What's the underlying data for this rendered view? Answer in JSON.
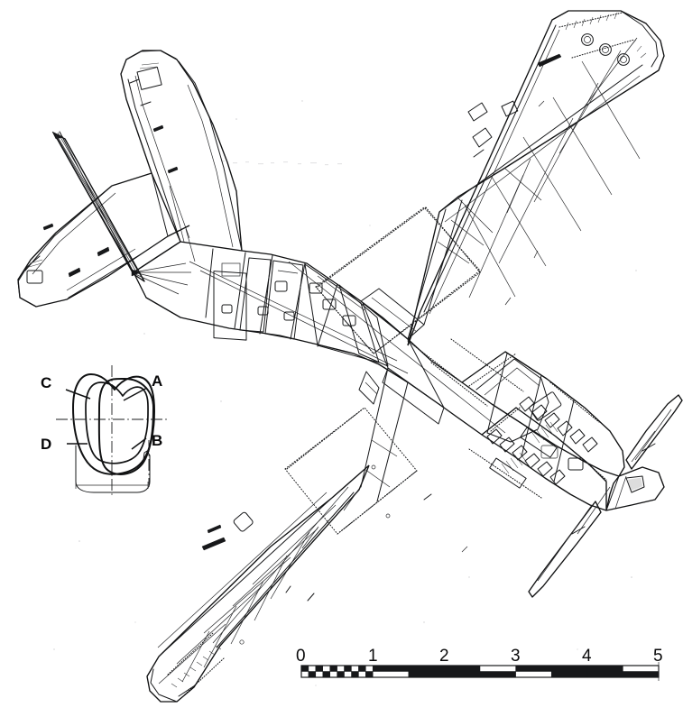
{
  "drawing": {
    "kind": "technical-line-drawing",
    "subject": "single-engine propeller fighter aircraft, plan (underside) view, rotated diagonally",
    "background_color": "#ffffff",
    "line_color": "#17181a"
  },
  "cross_section": {
    "name": "fuselage-cross-section-detail",
    "labels": [
      {
        "id": "A",
        "text": "A",
        "position": "upper-right"
      },
      {
        "id": "B",
        "text": "B",
        "position": "lower-right"
      },
      {
        "id": "C",
        "text": "C",
        "position": "upper-left"
      },
      {
        "id": "D",
        "text": "D",
        "position": "lower-left"
      }
    ]
  },
  "scale_bar": {
    "name": "scale-bar",
    "ticks": [
      "0",
      "1",
      "2",
      "3",
      "4",
      "5"
    ],
    "min": 0,
    "max": 5,
    "subdivided_first_unit": true,
    "subdivisions_in_first_unit": 10,
    "bar_color": "#17181a"
  },
  "chart_data": {
    "type": "table",
    "title": "",
    "categories": [
      "0",
      "1",
      "2",
      "3",
      "4",
      "5"
    ],
    "values": [
      0,
      1,
      2,
      3,
      4,
      5
    ],
    "xlabel": "",
    "ylabel": "",
    "notes": "Graphic scale bar, alternating black/white blocks; first unit split into ten sub-blocks."
  }
}
